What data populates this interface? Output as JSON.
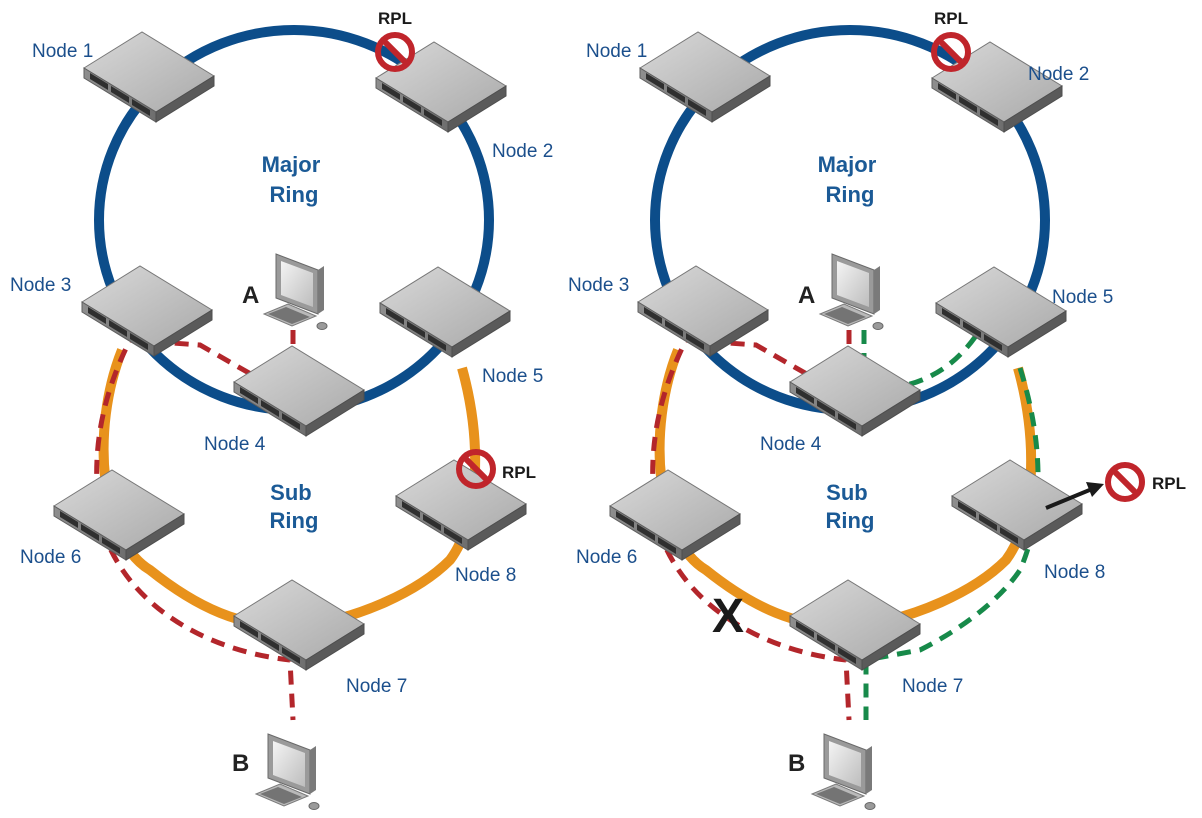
{
  "colors": {
    "major_ring": "#0c4d8a",
    "sub_ring": "#e8921c",
    "path_a_b": "#b3262b",
    "path_recovered": "#178a4a",
    "label_blue": "#1b4f8c",
    "blocked_red": "#c0252b"
  },
  "icons": {
    "switch": "network-switch-icon",
    "host": "desktop-computer-icon",
    "rpl_block": "no-entry-sign-icon",
    "failure": "x-mark-icon"
  },
  "left": {
    "nodes": [
      "Node 1",
      "Node 2",
      "Node 3",
      "Node 4",
      "Node 5",
      "Node 6",
      "Node 7",
      "Node 8"
    ],
    "major_ring": "Major\nRing",
    "sub_ring": "Sub\nRing",
    "rpl_major": "RPL",
    "rpl_sub": "RPL",
    "host_a": "A",
    "host_b": "B"
  },
  "right": {
    "nodes": [
      "Node 1",
      "Node 2",
      "Node 3",
      "Node 4",
      "Node 5",
      "Node 6",
      "Node 7",
      "Node 8"
    ],
    "major_ring": "Major\nRing",
    "sub_ring": "Sub\nRing",
    "rpl_major": "RPL",
    "rpl_sub": "RPL",
    "host_a": "A",
    "host_b": "B",
    "failure": "X"
  }
}
